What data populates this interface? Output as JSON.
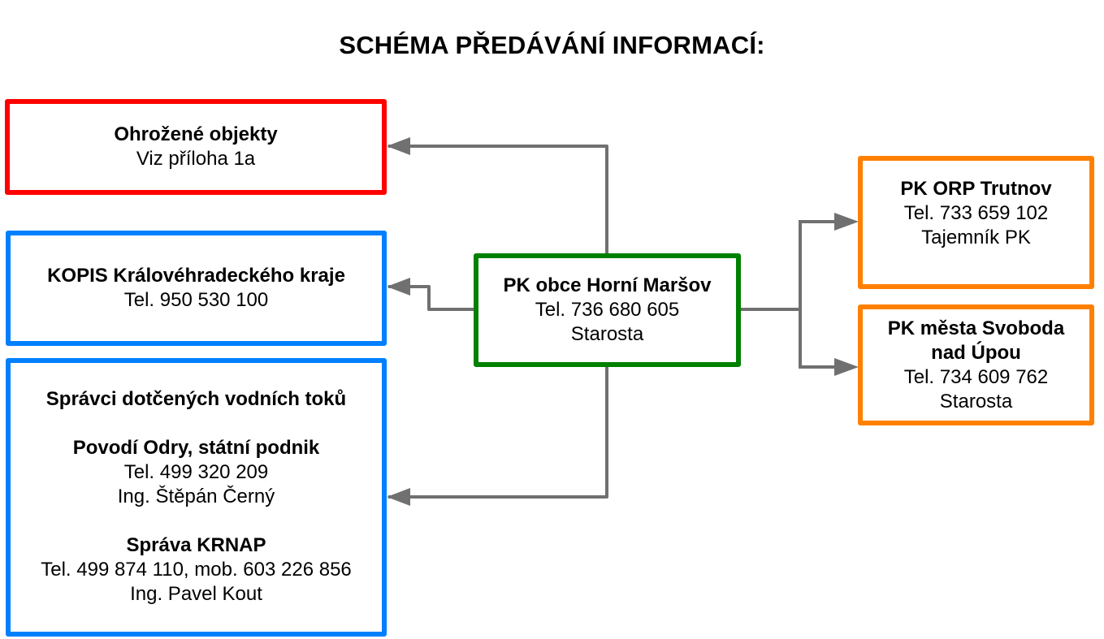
{
  "title": "SCHÉMA PŘEDÁVÁNÍ INFORMACÍ:",
  "colors": {
    "red": "#ff0000",
    "blue": "#0080ff",
    "green": "#008000",
    "orange": "#ff8000",
    "connector": "#707070"
  },
  "nodes": {
    "threatened": {
      "heading": "Ohrožené objekty",
      "lines": [
        "Viz příloha 1a"
      ]
    },
    "kopis": {
      "heading": "KOPIS Královéhradeckého kraje",
      "lines": [
        "Tel. 950 530 100"
      ]
    },
    "water_managers": {
      "heading": "Správci dotčených vodních toků",
      "groups": [
        {
          "heading": "Povodí Odry, státní podnik",
          "lines": [
            "Tel. 499 320 209",
            "Ing. Štěpán Černý"
          ]
        },
        {
          "heading": "Správa KRNAP",
          "lines": [
            "Tel. 499 874 110, mob. 603 226 856",
            "Ing. Pavel Kout"
          ]
        }
      ]
    },
    "center": {
      "heading": "PK obce Horní Maršov",
      "lines": [
        "Tel. 736 680 605",
        "Starosta"
      ]
    },
    "trutnov": {
      "heading": "PK ORP Trutnov",
      "lines": [
        "Tel. 733 659 102",
        "Tajemník PK"
      ]
    },
    "svoboda": {
      "heading_lines": [
        "PK města Svoboda",
        "nad Úpou"
      ],
      "lines": [
        "Tel. 734 609 762",
        "Starosta"
      ]
    }
  },
  "edges": [
    {
      "from": "center",
      "to": "threatened"
    },
    {
      "from": "center",
      "to": "kopis"
    },
    {
      "from": "center",
      "to": "water_managers"
    },
    {
      "from": "center",
      "to": "trutnov"
    },
    {
      "from": "center",
      "to": "svoboda"
    }
  ]
}
